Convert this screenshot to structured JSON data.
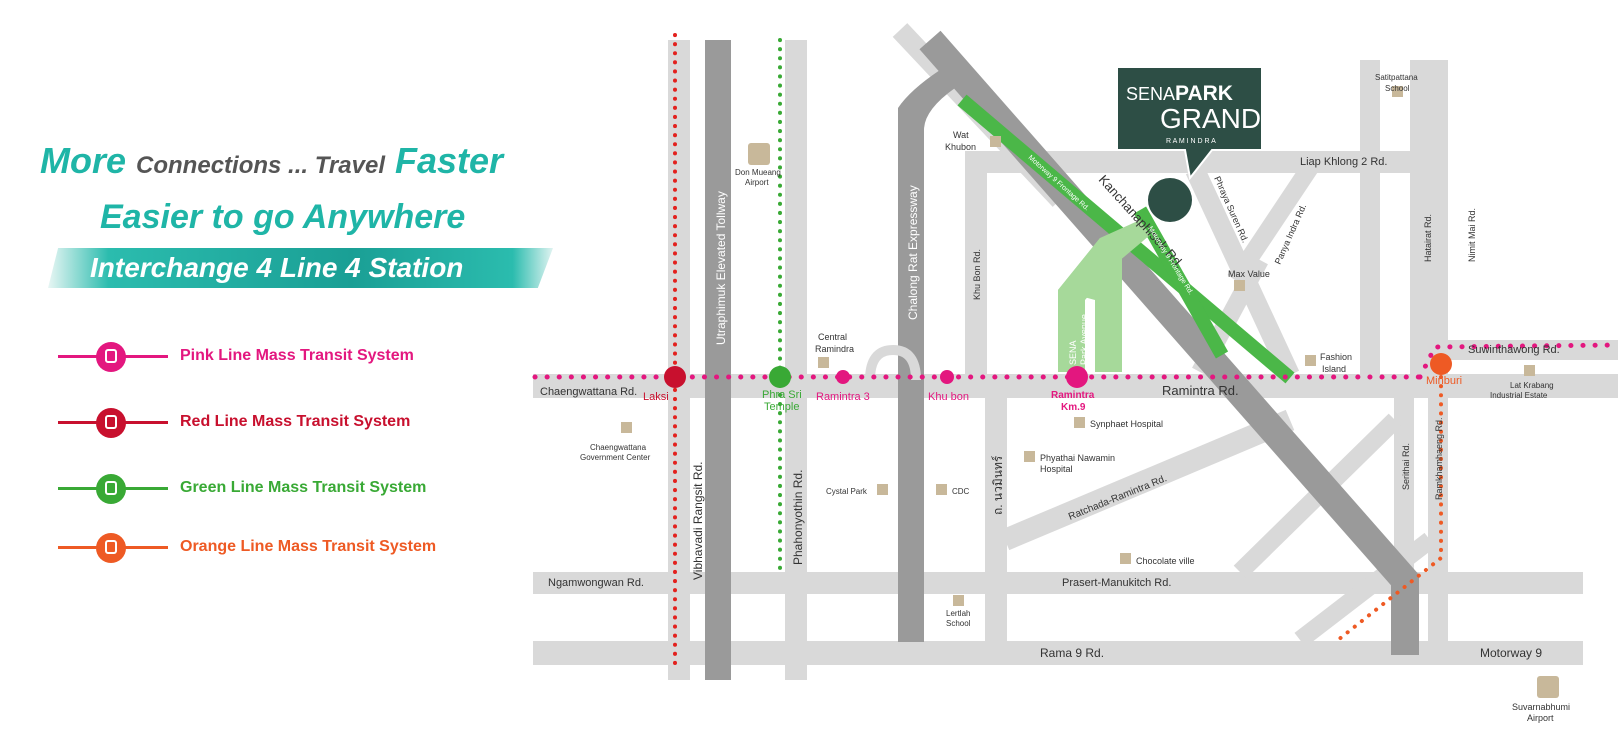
{
  "headline": {
    "more": "More",
    "connections": "Connections ... Travel",
    "faster": "Faster",
    "line2": "Easier to go Anywhere",
    "banner": "Interchange 4 Line 4 Station"
  },
  "legend": [
    {
      "label": "Pink Line Mass Transit System",
      "color": "#e3177f"
    },
    {
      "label": "Red Line Mass Transit System",
      "color": "#c8102e"
    },
    {
      "label": "Green Line Mass Transit System",
      "color": "#39a935"
    },
    {
      "label": "Orange Line Mass Transit System",
      "color": "#ee5a24"
    }
  ],
  "logo": {
    "brand_part1": "SENA",
    "brand_part2": "PARK",
    "brand_part3": "GRAND",
    "sub": "R A M I N D R A"
  },
  "roads": {
    "chaengwattana": "Chaengwattana Rd.",
    "ramintra": "Ramintra Rd.",
    "ngamwongwan": "Ngamwongwan Rd.",
    "prasert": "Prasert-Manukitch Rd.",
    "rama9": "Rama 9 Rd.",
    "motorway9": "Motorway 9",
    "suwinthawong": "Suwinthawong Rd.",
    "liap": "Liap Khlong 2 Rd.",
    "vibhavadi": "Vibhavadi Rangsit Rd.",
    "utraphimuk": "Utraphimuk Elevated Tollway",
    "phahonyothin": "Phahonyothin Rd.",
    "chalong": "Chalong Rat Expressway",
    "khubon": "Khu Bon Rd.",
    "nawamin": "ถ. นวมินทร์",
    "kanchanaphisek": "Kanchanaphisek Rd.",
    "frontage1": "Motorway 9 Frontage Rd.",
    "frontage2": "Motorway 9 Frontage Rd.",
    "phraya": "Phraya Suren Rd.",
    "panya": "Panya Indra Rd.",
    "hatairat": "Hatairat Rd.",
    "nimitmai": "Nimit Mai Rd.",
    "seri": "Serithai Rd.",
    "ramkhamhaeng": "Ramkhamhaeng Rd.",
    "ratchada": "Ratchada-Ramintra Rd.",
    "sena_avenue_1": "SENA",
    "sena_avenue_2": "Park Avenue"
  },
  "stations": {
    "laksi": "Laksi",
    "phrasri1": "Phra Sri",
    "phrasri2": "Temple",
    "ramintra3": "Ramintra 3",
    "khubon": "Khu bon",
    "km9_1": "Ramintra",
    "km9_2": "Km.9",
    "minburi": "Minburi"
  },
  "landmarks": {
    "donmueang1": "Don Mueang",
    "donmueang2": "Airport",
    "central1": "Central",
    "central2": "Ramindra",
    "watkhubon1": "Wat",
    "watkhubon2": "Khubon",
    "satit1": "Satitpattana",
    "satit2": "School",
    "maxvalue": "Max Value",
    "fashion1": "Fashion",
    "fashion2": "Island",
    "laemkrabang1": "Lat Krabang",
    "laemkrabang2": "Industrial Estate",
    "chaengwattana_gc1": "Chaengwattana",
    "chaengwattana_gc2": "Government Center",
    "synphaet": "Synphaet Hospital",
    "phyathai1": "Phyathai Nawamin",
    "phyathai2": "Hospital",
    "cystal": "Cystal Park",
    "cdc": "CDC",
    "chocolate": "Chocolate ville",
    "lertlah1": "Lertlah",
    "lertlah2": "School",
    "suvarnabhumi1": "Suvarnabhumi",
    "suvarnabhumi2": "Airport"
  }
}
